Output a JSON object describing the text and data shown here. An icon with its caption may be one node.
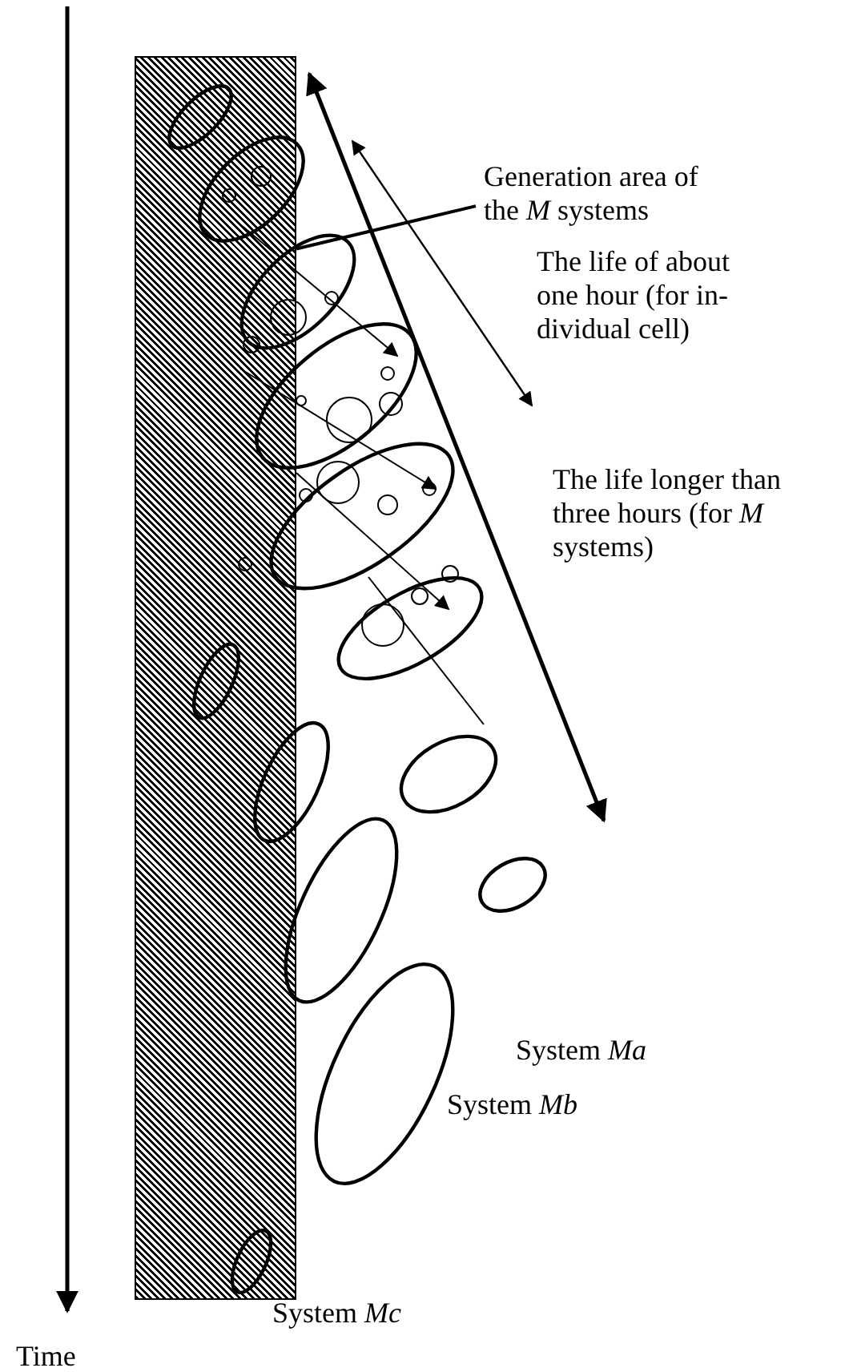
{
  "diagram": {
    "nodes": [
      {
        "text": [
          "Generation area of the *M* systems"
        ]
      },
      {
        "text": [],
        "shape": "box"
      }
    ],
    "edges": [
      {
        "from": 0,
        "to": 1,
        "arrow": "none"
      }
    ],
    "labels": [
      "The life of about one hour (for in-dividual cell)",
      "The life longer than three hours (for *M* systems)",
      "System *Ma*",
      "System *Mb*",
      "System *Mc*",
      "Time"
    ]
  }
}
